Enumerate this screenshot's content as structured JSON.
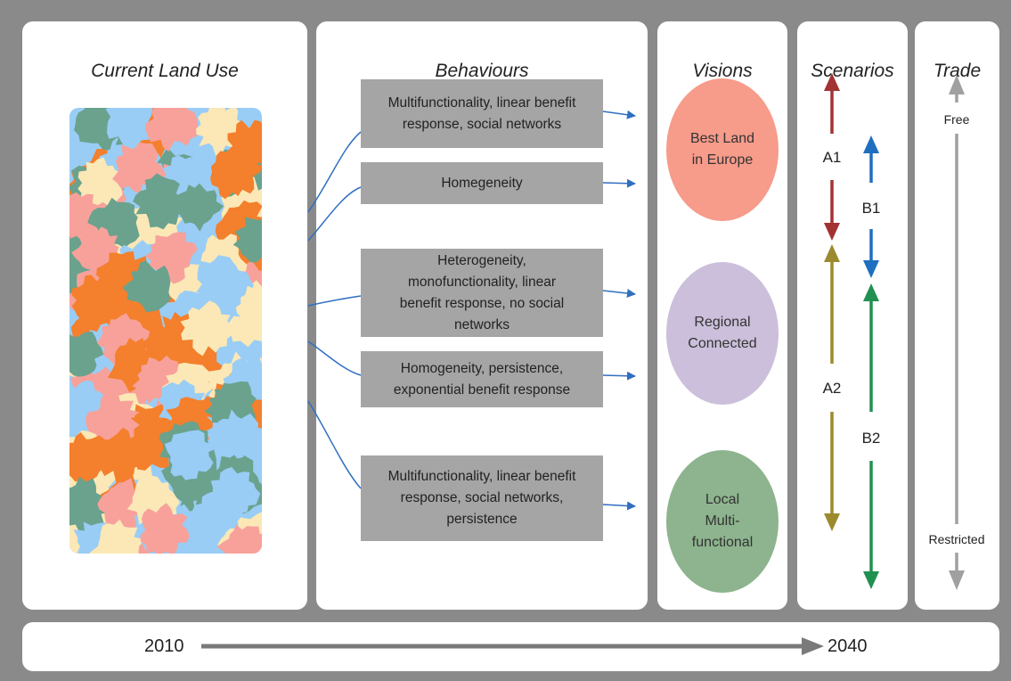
{
  "panels": {
    "current_land_use": "Current Land Use",
    "behaviours": "Behaviours",
    "visions": "Visions",
    "scenarios": "Scenarios",
    "trade": "Trade"
  },
  "behaviours": [
    [
      "Multifunctionality, linear benefit",
      "response, social networks"
    ],
    [
      "Homegeneity"
    ],
    [
      "Heterogeneity,",
      "monofunctionality, linear",
      "benefit response, no social",
      "networks"
    ],
    [
      "Homogeneity, persistence,",
      "exponential benefit response"
    ],
    [
      "Multifunctionality, linear benefit",
      "response, social networks,",
      "persistence"
    ]
  ],
  "visions": [
    {
      "lines": [
        "Best Land",
        "in Europe"
      ],
      "color": "#f79b8a"
    },
    {
      "lines": [
        "Regional",
        "Connected"
      ],
      "color": "#cbbfdb"
    },
    {
      "lines": [
        "Local",
        "Multi-",
        "functional"
      ],
      "color": "#8db48e"
    }
  ],
  "scenarios": {
    "a1": "A1",
    "b1": "B1",
    "a2": "A2",
    "b2": "B2",
    "colors": {
      "a1": "#a33232",
      "b1": "#1f6fc0",
      "a2": "#9c8a2e",
      "b2": "#229050"
    }
  },
  "trade": {
    "free": "Free",
    "restricted": "Restricted"
  },
  "timeline": {
    "start": "2010",
    "end": "2040"
  },
  "map_palette": [
    "#f47f2c",
    "#6aa28e",
    "#f7a19a",
    "#fbe8b6",
    "#99cdf5"
  ]
}
